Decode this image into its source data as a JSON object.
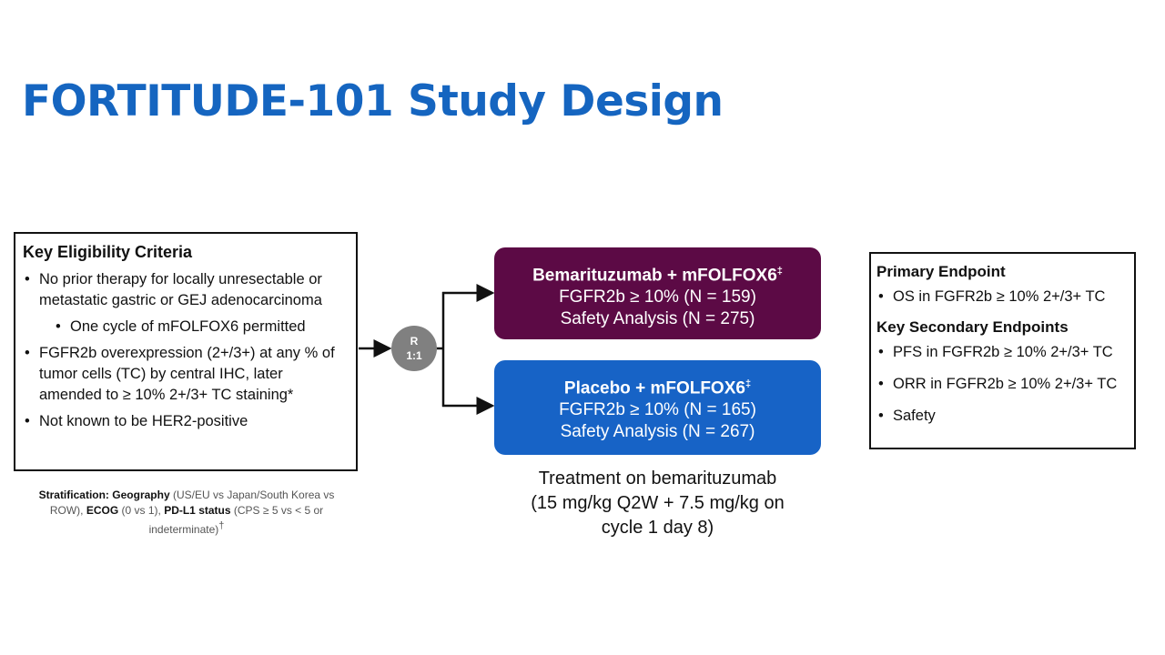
{
  "title": "FORTITUDE-101 Study Design",
  "eligibility": {
    "heading": "Key Eligibility Criteria",
    "items": [
      "No prior therapy for locally unresectable or metastatic gastric or GEJ adenocarcinoma",
      "One cycle of mFOLFOX6 permitted",
      "FGFR2b overexpression (2+/3+) at any % of tumor cells (TC) by central IHC, later amended to ≥ 10% 2+/3+ TC staining*",
      "Not known to be HER2-positive"
    ]
  },
  "stratification": {
    "label": "Stratification:",
    "geo_label": "Geography",
    "geo_text": "(US/EU vs Japan/South Korea vs ROW),",
    "ecog_label": "ECOG",
    "ecog_text": "(0 vs 1),",
    "pdl1_label": "PD-L1 status",
    "pdl1_text": "(CPS ≥ 5 vs < 5 or indeterminate)",
    "footnote": "†"
  },
  "randomization": {
    "line1": "R",
    "line2": "1:1"
  },
  "arms": [
    {
      "name": "Bemarituzumab + mFOLFOX6",
      "mark": "‡",
      "line2": "FGFR2b ≥ 10% (N = 159)",
      "line3": "Safety Analysis (N = 275)",
      "color": "#5c0a45"
    },
    {
      "name": "Placebo + mFOLFOX6",
      "mark": "‡",
      "line2": "FGFR2b ≥ 10% (N = 165)",
      "line3": "Safety Analysis (N = 267)",
      "color": "#1763c6"
    }
  ],
  "treatment": {
    "line1": "Treatment on bemarituzumab",
    "line2": "(15 mg/kg Q2W + 7.5 mg/kg on",
    "line3": "cycle 1 day 8)"
  },
  "endpoints": {
    "primary_heading": "Primary Endpoint",
    "primary": [
      "OS in FGFR2b ≥ 10% 2+/3+ TC"
    ],
    "secondary_heading": "Key Secondary Endpoints",
    "secondary": [
      "PFS in FGFR2b ≥ 10% 2+/3+ TC",
      "ORR in FGFR2b ≥ 10% 2+/3+ TC",
      "Safety"
    ]
  }
}
